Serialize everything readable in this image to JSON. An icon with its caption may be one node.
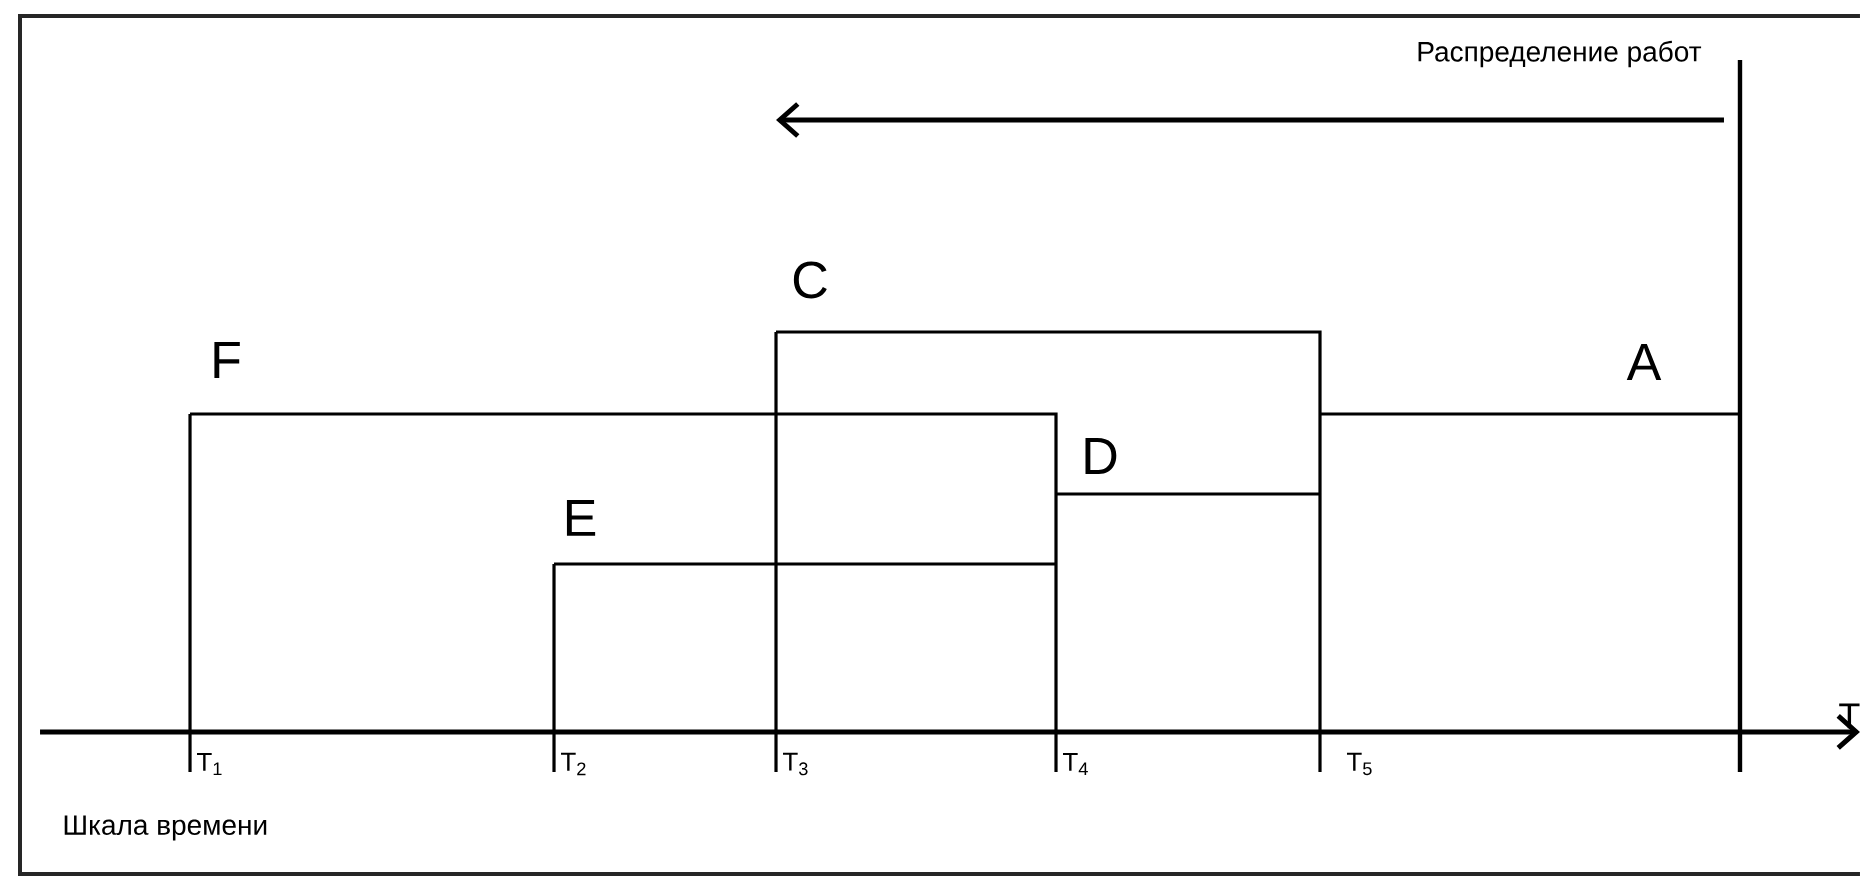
{
  "diagram": {
    "labels": [
      "Распределение работ",
      "C",
      "F",
      "A",
      "D",
      "E",
      "T",
      "T$_{1}$",
      "T$_{2}$",
      "T$_{3}$",
      "T$_{4}$",
      "T$_{5}$",
      "Шкала времени"
    ]
  }
}
